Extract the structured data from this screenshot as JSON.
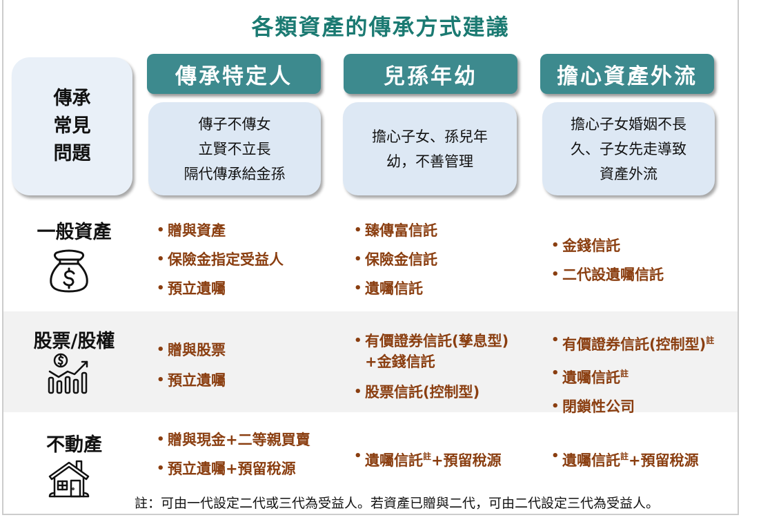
{
  "title": "各類資產的傳承方式建議",
  "question_box": {
    "lines": [
      "傳承",
      "常見",
      "問題"
    ]
  },
  "columns": [
    {
      "header": "傳承特定人",
      "description_lines": [
        "傳子不傳女",
        "立賢不立長",
        "隔代傳承給金孫"
      ]
    },
    {
      "header": "兒孫年幼",
      "description_lines": [
        "擔心子女、孫兒年",
        "幼，不善管理"
      ]
    },
    {
      "header": "擔心資產外流",
      "description_lines": [
        "擔心子女婚姻不長",
        "久、子女先走導致",
        "資產外流"
      ]
    }
  ],
  "rows": [
    {
      "label": "一般資產",
      "icon": "money-bag-icon",
      "cells": [
        [
          {
            "text": "贈與資產"
          },
          {
            "text": "保險金指定受益人"
          },
          {
            "text": "預立遺囑"
          }
        ],
        [
          {
            "text": "臻傳富信託"
          },
          {
            "text": "保險金信託"
          },
          {
            "text": "遺囑信託"
          }
        ],
        [
          {
            "text": "金錢信託"
          },
          {
            "text": "二代設遺囑信託"
          }
        ]
      ]
    },
    {
      "label": "股票/股權",
      "icon": "stock-chart-icon",
      "cells": [
        [
          {
            "text": "贈與股票"
          },
          {
            "text": "預立遺囑"
          }
        ],
        [
          {
            "text": "有價證券信託(孳息型)"
          },
          {
            "text": "+金錢信託",
            "continuation": true
          },
          {
            "text": "股票信託(控制型)"
          }
        ],
        [
          {
            "text": "有價證券信託(控制型)",
            "sup": "註"
          },
          {
            "text": "遺囑信託",
            "sup": "註"
          },
          {
            "text": "閉鎖性公司"
          }
        ]
      ]
    },
    {
      "label": "不動產",
      "icon": "house-icon",
      "cells": [
        [
          {
            "text": "贈與現金+二等親買賣"
          },
          {
            "text": "預立遺囑+預留稅源"
          }
        ],
        [
          {
            "text": "遺囑信託",
            "sup": "註",
            "after": "+預留稅源"
          }
        ],
        [
          {
            "text": "遺囑信託",
            "sup": "註",
            "after": "+預留稅源"
          }
        ]
      ]
    }
  ],
  "footnote": "註：可由一代設定二代或三代為受益人。若資產已贈與二代，可由二代設定三代為受益人。",
  "colors": {
    "title": "#1b7a72",
    "header_pill": "#3d8a8e",
    "description_box": "#dde8f4",
    "question_box": "#e9f0f8",
    "item_text": "#8a3e10",
    "band": "#f2f2f2"
  }
}
